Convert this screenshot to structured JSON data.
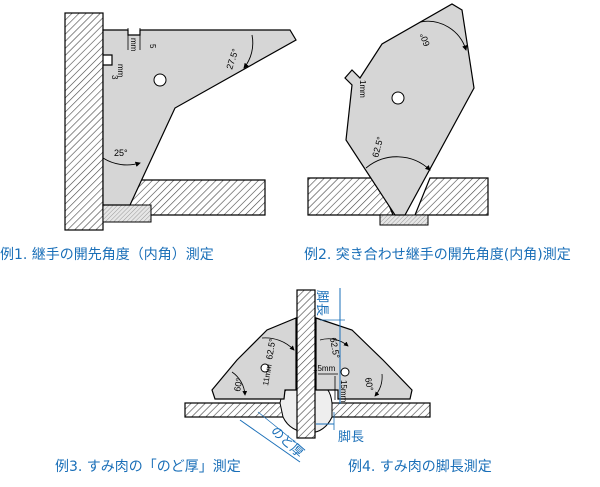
{
  "captions": {
    "ex1": "例1. 継手の開先角度（内角）測定",
    "ex2": "例2. 突き合わせ継手の開先角度(内角)測定",
    "ex3": "例3. すみ肉の「のど厚」測定",
    "ex4": "例4. すみ肉の脚長測定"
  },
  "labels": {
    "ex1_5": "5",
    "ex1_mm": "mm",
    "ex1_3": "3",
    "ex1_mm2": "mm",
    "ex1_275": "27.5°",
    "ex1_25": "25°",
    "ex2_60": "60°",
    "ex2_1mm": "1mm",
    "ex2_625": "62.5°",
    "ex3_60": "60°",
    "ex3_625": "62.5°",
    "ex3_11mm": "11mm",
    "ex3_nodoatsu": "のど厚",
    "ex4_625": "62.5°",
    "ex4_60": "60°",
    "ex4_15mm_a": "15mm",
    "ex4_15mm_b": "15mm",
    "ex4_kyakucho_top": "脚長",
    "ex4_kyakucho_bottom": "脚長"
  },
  "colors": {
    "accent": "#1a6fb8",
    "gauge_fill": "#d4d4d4",
    "plate_hatch": "#555555"
  }
}
